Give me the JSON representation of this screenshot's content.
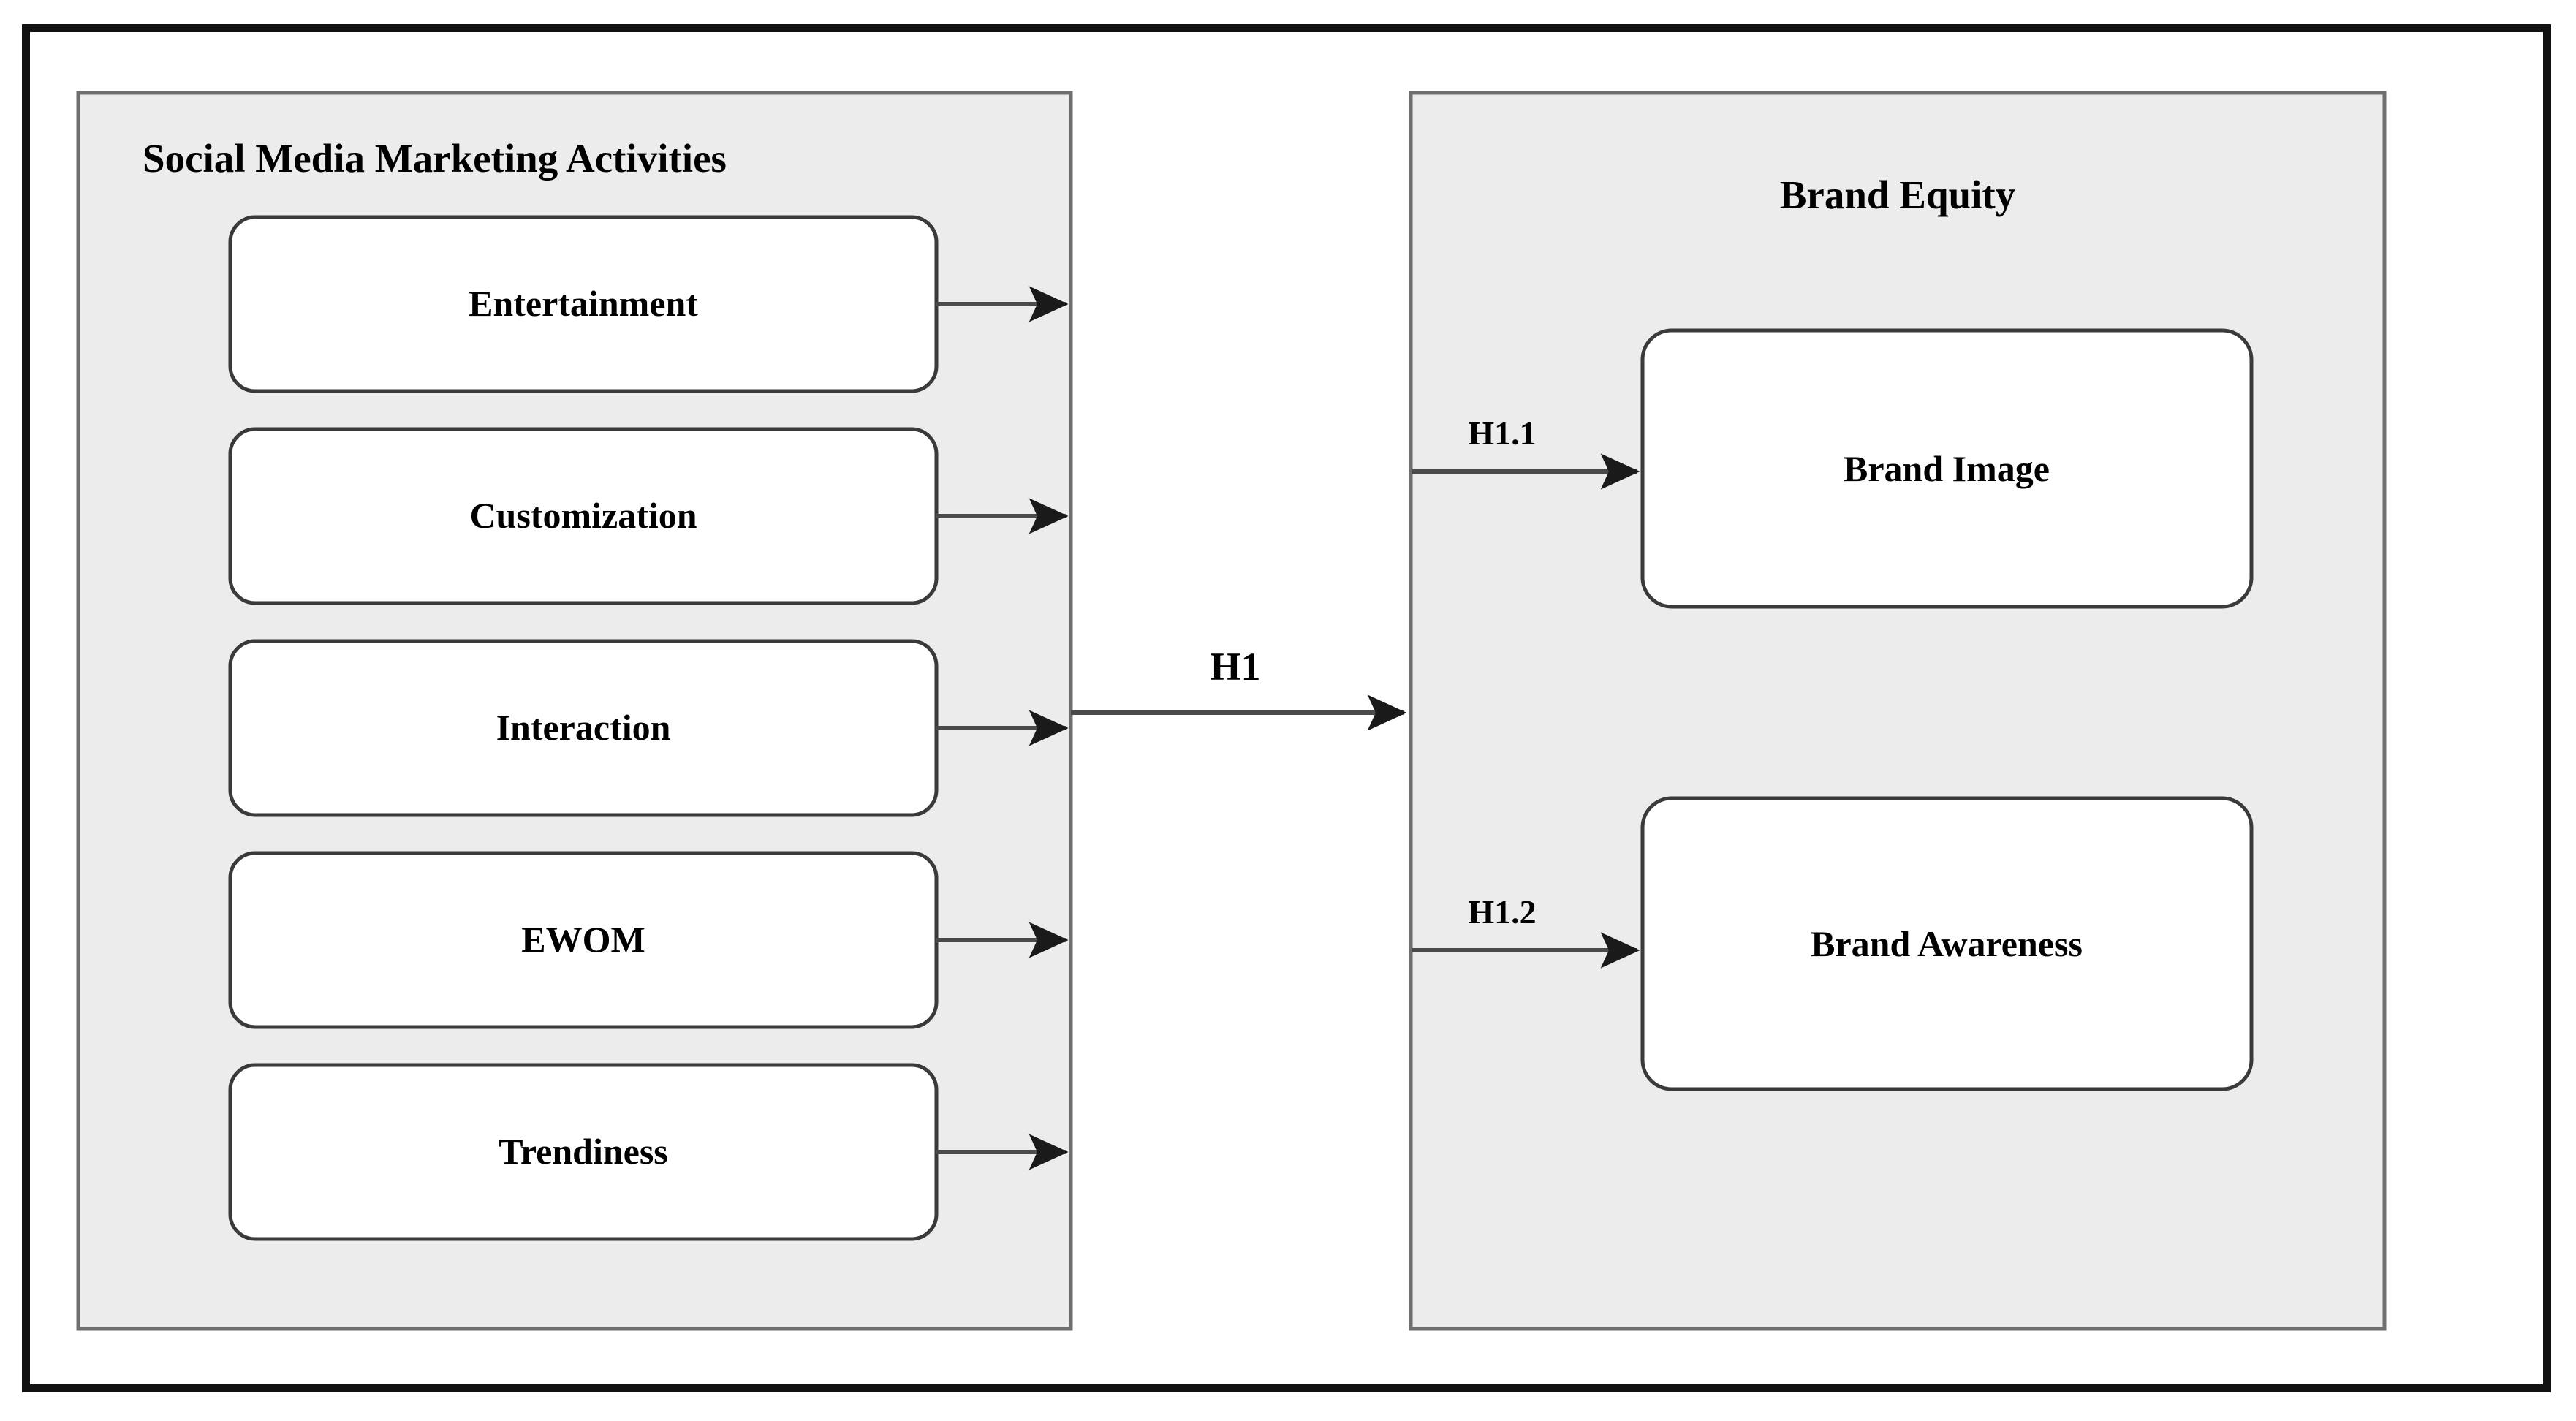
{
  "diagram": {
    "type": "conceptual-framework",
    "colors": {
      "frame_border": "#111111",
      "panel_fill": "#ececec",
      "panel_border": "#6f6f6f",
      "box_fill": "#ffffff",
      "box_border": "#3a3a3a",
      "connector": "#4a4a4a",
      "text": "#000000",
      "background": "#ffffff"
    },
    "left_panel": {
      "title": "Social Media Marketing Activities",
      "boxes": [
        {
          "label": "Entertainment"
        },
        {
          "label": "Customization"
        },
        {
          "label": "Interaction"
        },
        {
          "label": "EWOM"
        },
        {
          "label": "Trendiness"
        }
      ]
    },
    "right_panel": {
      "title": "Brand Equity",
      "boxes": [
        {
          "label": "Brand Image"
        },
        {
          "label": "Brand Awareness"
        }
      ]
    },
    "hypotheses": [
      {
        "id": "H1",
        "label": "H1",
        "from": "Social Media Marketing Activities",
        "to": "Brand Equity"
      },
      {
        "id": "H1.1",
        "label": "H1.1",
        "from": "Brand Equity",
        "to": "Brand Image"
      },
      {
        "id": "H1.2",
        "label": "H1.2",
        "from": "Brand Equity",
        "to": "Brand Awareness"
      }
    ]
  }
}
